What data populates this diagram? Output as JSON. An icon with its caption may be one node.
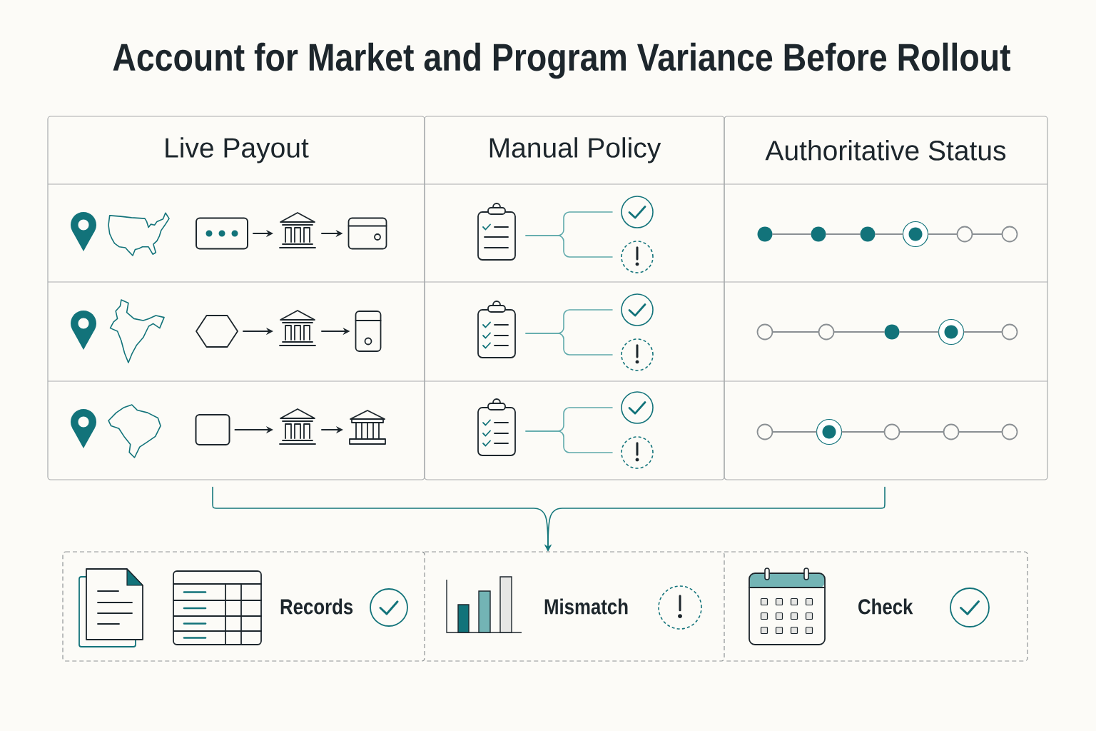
{
  "diagram": {
    "title": "Account for Market and Program Variance Before Rollout",
    "nodes": [
      {
        "text": [
          "Live Payout"
        ]
      },
      {
        "text": [
          "Manual Policy"
        ]
      },
      {
        "text": [
          "Authoritative Status"
        ]
      },
      {
        "text": [],
        "shape": "box",
        "in": 0
      },
      {
        "text": [],
        "shape": "picture",
        "in": 0
      },
      {
        "text": [],
        "shape": "picture",
        "in": 0
      },
      {
        "text": [],
        "shape": "hexagon",
        "in": 0
      },
      {
        "text": [],
        "shape": "picture",
        "in": 0
      },
      {
        "text": [],
        "shape": "picture",
        "in": 0
      },
      {
        "text": [],
        "shape": "box",
        "in": 0
      },
      {
        "text": [],
        "shape": "picture",
        "in": 0
      },
      {
        "text": [],
        "shape": "picture",
        "in": 0
      },
      {
        "text": [],
        "shape": "picture",
        "in": 1
      },
      {
        "text": [],
        "shape": "circle",
        "in": 1
      },
      {
        "text": [],
        "shape": "circle",
        "in": 1
      },
      {
        "text": [],
        "shape": "picture",
        "in": 1
      },
      {
        "text": [],
        "shape": "circle",
        "in": 1
      },
      {
        "text": [],
        "shape": "circle",
        "in": 1
      },
      {
        "text": [],
        "shape": "picture",
        "in": 1
      },
      {
        "text": [],
        "shape": "circle",
        "in": 1
      },
      {
        "text": [],
        "shape": "circle",
        "in": 1
      },
      {
        "text": [],
        "shape": "circle",
        "in": 2
      },
      {
        "text": [],
        "shape": "circle",
        "in": 2
      },
      {
        "text": [],
        "shape": "circle",
        "in": 2
      },
      {
        "text": [],
        "shape": "circle",
        "in": 2
      },
      {
        "text": [],
        "shape": "circle",
        "in": 2
      },
      {
        "text": [],
        "shape": "circle",
        "in": 2
      },
      {
        "text": [],
        "shape": "circle",
        "in": 2
      },
      {
        "text": [],
        "shape": "circle",
        "in": 2
      },
      {
        "text": [],
        "shape": "circle",
        "in": 2
      },
      {
        "text": [],
        "shape": "circle",
        "in": 2
      },
      {
        "text": [],
        "shape": "circle",
        "in": 2
      },
      {
        "text": [],
        "shape": "circle",
        "in": 2
      },
      {
        "text": [],
        "shape": "circle",
        "in": 2
      },
      {
        "text": [],
        "shape": "circle",
        "in": 2
      },
      {
        "text": [],
        "shape": "circle",
        "in": 2
      },
      {
        "text": [],
        "shape": "circle",
        "in": 2
      },
      {
        "text": [
          "Records"
        ]
      },
      {
        "text": [
          "Mismatch"
        ]
      },
      {
        "text": [
          "Check"
        ]
      }
    ],
    "edges": [
      {
        "from": 3,
        "to": 4,
        "arrow": "to",
        "color": "#1d262c"
      },
      {
        "from": 4,
        "to": 5,
        "arrow": "to",
        "color": "#1d262c"
      },
      {
        "from": 6,
        "to": 7,
        "arrow": "to",
        "color": "#1d262c"
      },
      {
        "from": 7,
        "to": 8,
        "arrow": "to",
        "color": "#1d262c"
      },
      {
        "from": 9,
        "to": 10,
        "arrow": "to",
        "color": "#1d262c"
      },
      {
        "from": 10,
        "to": 11,
        "arrow": "to",
        "color": "#1d262c"
      },
      {
        "from": 12,
        "to": 13,
        "arrow": "none",
        "color": "#5ea9ab"
      },
      {
        "from": 12,
        "to": 14,
        "arrow": "none",
        "color": "#5ea9ab"
      },
      {
        "from": 15,
        "to": 16,
        "arrow": "none",
        "color": "#5ea9ab"
      },
      {
        "from": 15,
        "to": 17,
        "arrow": "none",
        "color": "#5ea9ab"
      },
      {
        "from": 18,
        "to": 19,
        "arrow": "none",
        "color": "#5ea9ab"
      },
      {
        "from": 18,
        "to": 20,
        "arrow": "none",
        "color": "#5ea9ab"
      },
      {
        "from": 21,
        "to": 22,
        "arrow": "none"
      },
      {
        "from": 22,
        "to": 23,
        "arrow": "none"
      },
      {
        "from": 23,
        "to": 24,
        "arrow": "none"
      },
      {
        "from": 24,
        "to": 25,
        "arrow": "none"
      },
      {
        "from": 25,
        "to": 26,
        "arrow": "none"
      },
      {
        "from": 27,
        "to": 28,
        "arrow": "none"
      },
      {
        "from": 28,
        "to": 29,
        "arrow": "none"
      },
      {
        "from": 29,
        "to": 30,
        "arrow": "none"
      },
      {
        "from": 30,
        "to": 31,
        "arrow": "none"
      },
      {
        "from": 32,
        "to": 33,
        "arrow": "none"
      },
      {
        "from": 33,
        "to": 34,
        "arrow": "none"
      },
      {
        "from": 34,
        "to": 35,
        "arrow": "none"
      },
      {
        "from": 35,
        "to": 36,
        "arrow": "none"
      },
      {
        "from": 0,
        "to": 38,
        "arrow": "to",
        "color": "#15777b"
      },
      {
        "from": 2,
        "to": 38,
        "arrow": "to",
        "color": "#15777b"
      }
    ]
  }
}
